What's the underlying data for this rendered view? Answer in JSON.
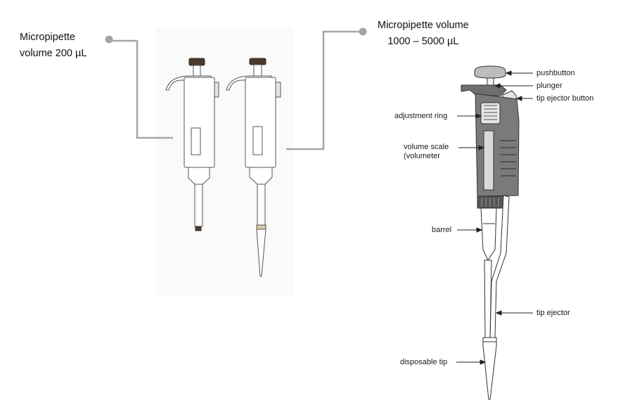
{
  "captions": {
    "left_line1": "Micropipette",
    "left_line2": "volume 200 µL",
    "right_line1": "Micropipette volume",
    "right_line2": "1000 – 5000 µL"
  },
  "parts": {
    "pushbutton": "pushbutton",
    "plunger": "plunger",
    "tip_ejector_button": "tip ejector button",
    "adjustment_ring": "adjustment ring",
    "volume_scale_line1": "volume scale",
    "volume_scale_line2": "(volumeter",
    "barrel": "barrel",
    "tip_ejector": "tip ejector",
    "disposable_tip": "disposable tip"
  },
  "colors": {
    "connector": "#a6a6a6",
    "cap": "#4a3a2e",
    "body_fill": "#6f6f6f",
    "outline": "#555555"
  }
}
